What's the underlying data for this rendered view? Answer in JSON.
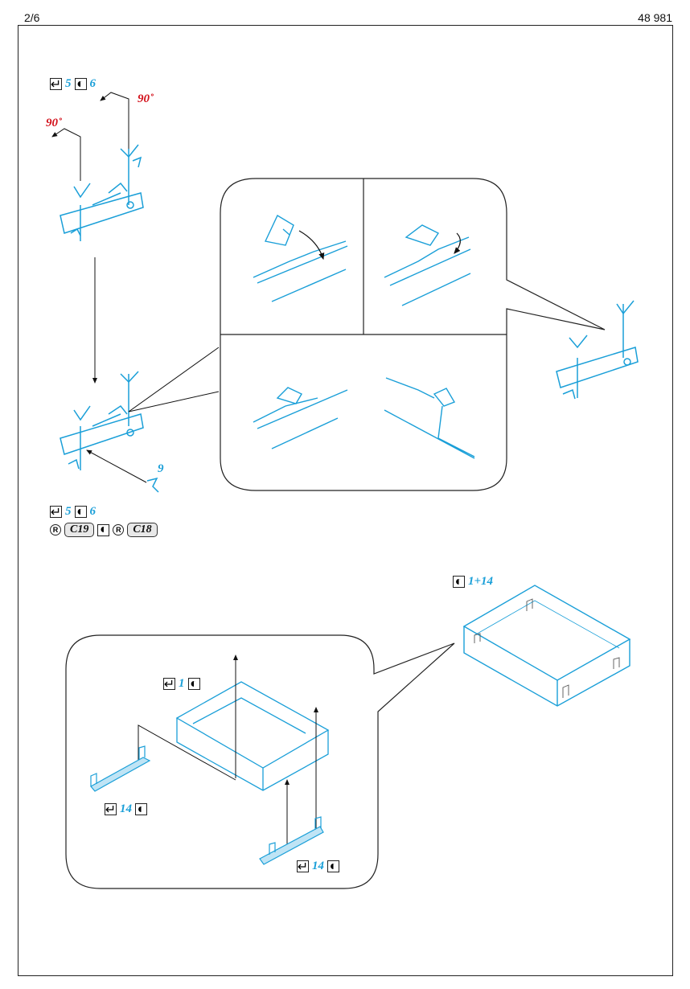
{
  "header": {
    "page": "2/6",
    "doc_number": "48 981"
  },
  "colors": {
    "part_blue": "#1a9fd8",
    "angle_red": "#d3121c",
    "line": "#222222"
  },
  "steps": {
    "fold_top": {
      "bend_icon": "bend-icon",
      "bend_part": "5",
      "paint_icon": "paint-icon",
      "paint_part": "6",
      "angle_1": "90˚",
      "angle_2": "90˚"
    },
    "assembly": {
      "part_label": "9"
    },
    "result_labels": {
      "bend_part": "5",
      "paint_part": "6",
      "ref_1": "C19",
      "ref_2": "C18"
    },
    "box": {
      "result_label": "1+14",
      "inner_label_part": "1",
      "bracket_left_part": "14",
      "bracket_right_part": "14"
    }
  }
}
